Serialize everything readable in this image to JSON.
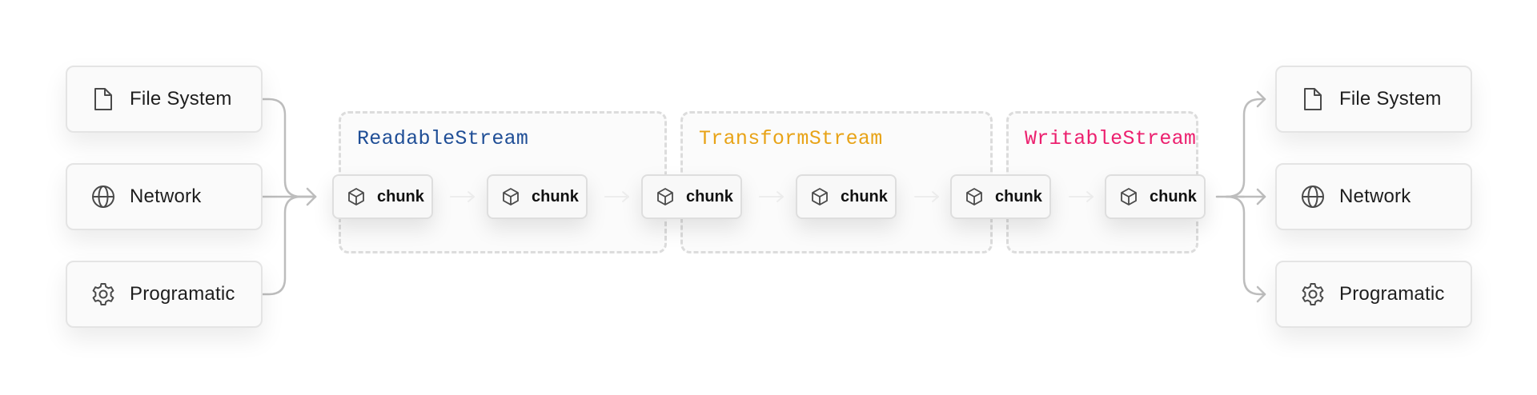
{
  "sources": [
    {
      "label": "File System",
      "icon": "file-icon"
    },
    {
      "label": "Network",
      "icon": "globe-icon"
    },
    {
      "label": "Programatic",
      "icon": "gear-icon"
    }
  ],
  "destinations": [
    {
      "label": "File System",
      "icon": "file-icon"
    },
    {
      "label": "Network",
      "icon": "globe-icon"
    },
    {
      "label": "Programatic",
      "icon": "gear-icon"
    }
  ],
  "streams": [
    {
      "title": "ReadableStream",
      "color": "#1f4e96"
    },
    {
      "title": "TransformStream",
      "color": "#e8a317"
    },
    {
      "title": "WritableStream",
      "color": "#ec1f6e"
    }
  ],
  "chunks": [
    {
      "label": "chunk",
      "icon": "cube-icon"
    },
    {
      "label": "chunk",
      "icon": "cube-icon"
    },
    {
      "label": "chunk",
      "icon": "cube-icon"
    },
    {
      "label": "chunk",
      "icon": "cube-icon"
    },
    {
      "label": "chunk",
      "icon": "cube-icon"
    },
    {
      "label": "chunk",
      "icon": "cube-icon"
    }
  ],
  "colors": {
    "connector": "#bdbdbd",
    "chunk_arrow": "#c8c8c8",
    "icon_stroke": "#4a4a4a",
    "card_border": "#e4e4e4"
  }
}
